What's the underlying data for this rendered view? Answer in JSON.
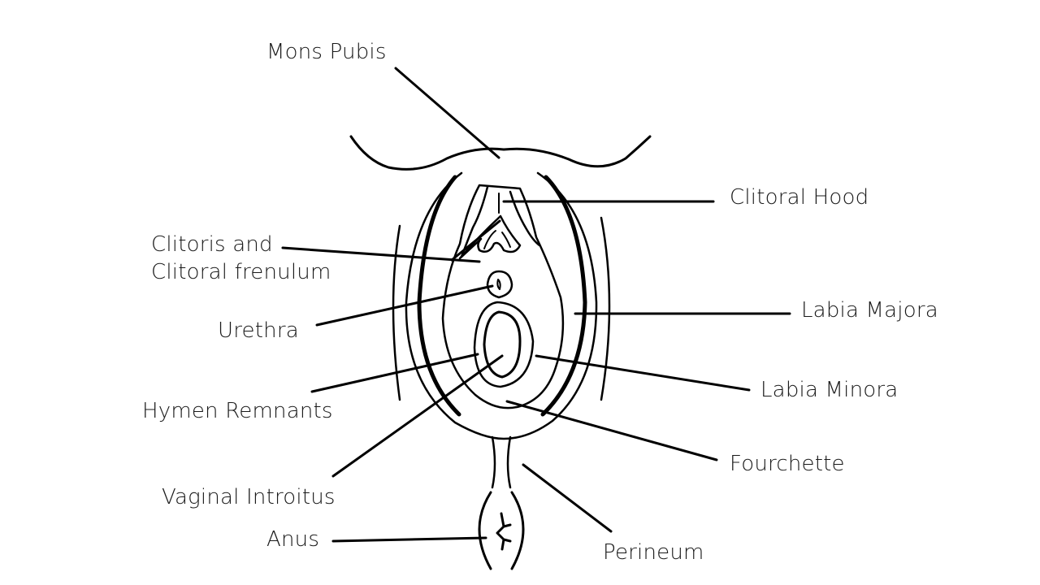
{
  "diagram": {
    "colors": {
      "outline": "#000000",
      "tissue": "#fbe6dc",
      "opening": "#9a9a9a",
      "background": "#ffffff"
    },
    "labels": {
      "mons_pubis": "Mons Pubis",
      "clitoral_hood": "Clitoral Hood",
      "clitoris_line1": "Clitoris and",
      "clitoris_line2": "Clitoral frenulum",
      "urethra": "Urethra",
      "labia_majora": "Labia Majora",
      "hymen_remnants": "Hymen Remnants",
      "labia_minora": "Labia Minora",
      "fourchette": "Fourchette",
      "vaginal_introitus": "Vaginal Introitus",
      "perineum": "Perineum",
      "anus": "Anus"
    }
  }
}
